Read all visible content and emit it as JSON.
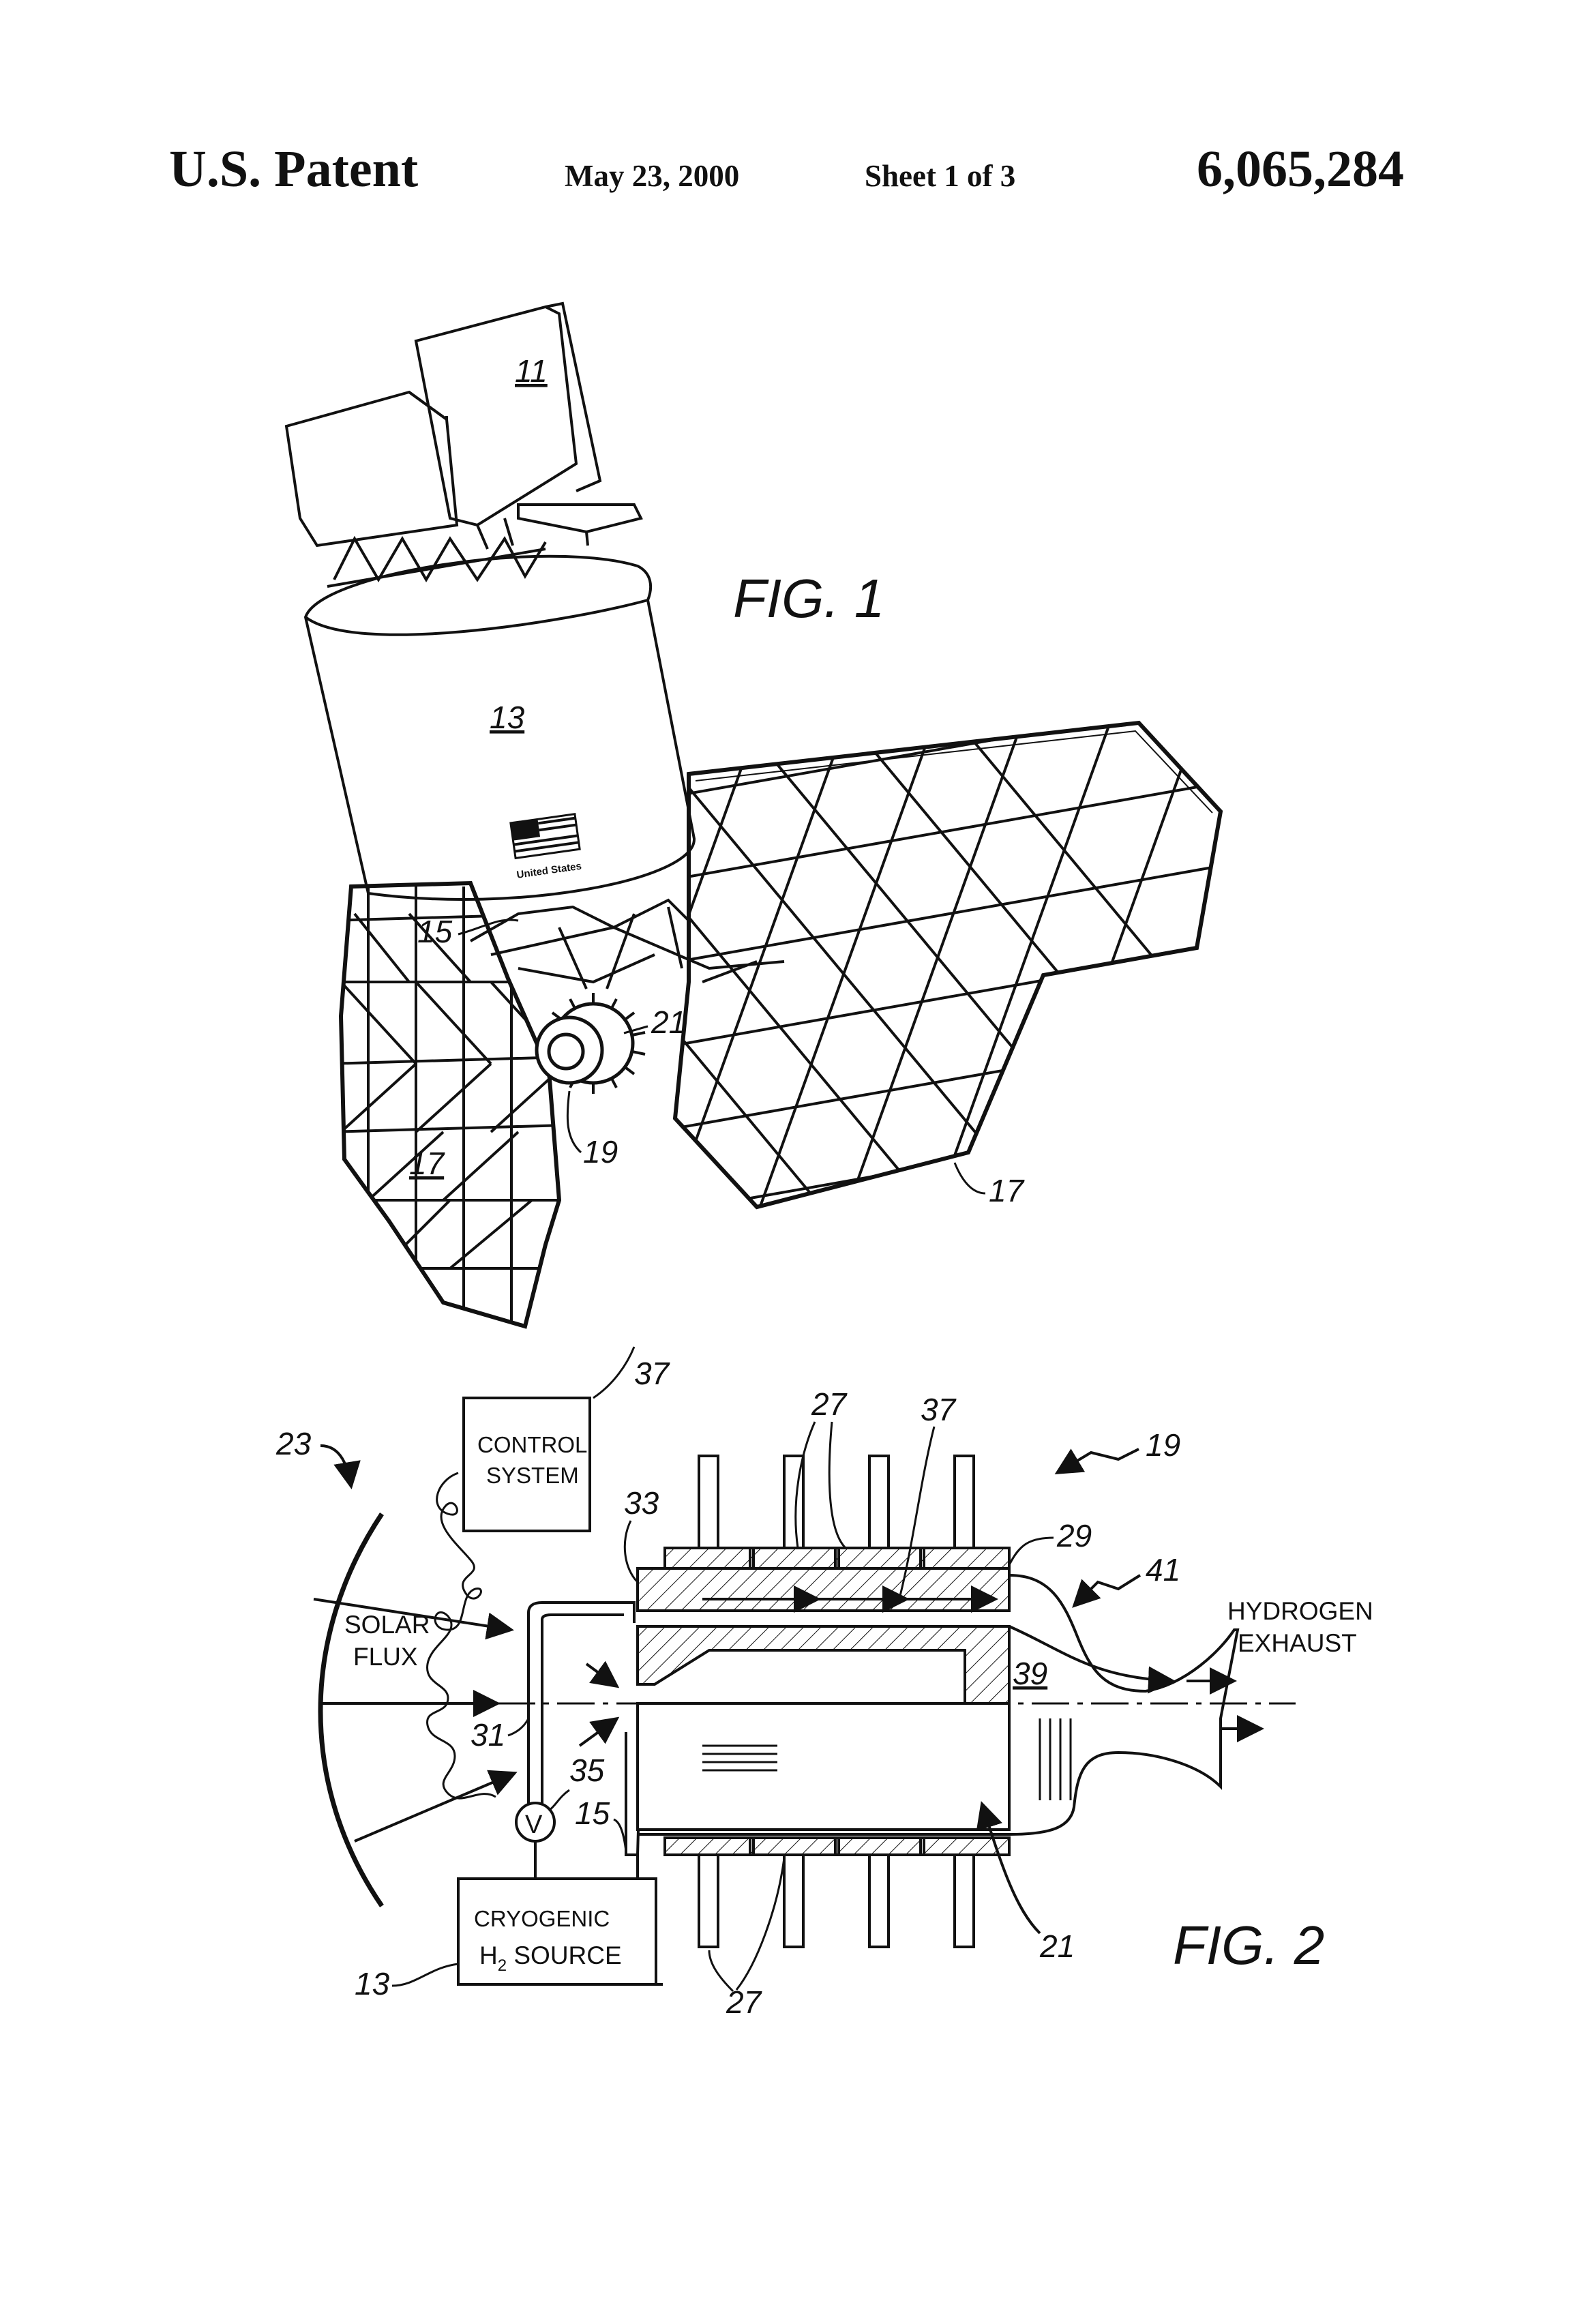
{
  "header": {
    "office": "U.S. Patent",
    "date": "May 23, 2000",
    "sheet": "Sheet 1 of 3",
    "patent_number": "6,065,284"
  },
  "fig1": {
    "caption": "FIG. 1",
    "flag_text": "United States",
    "labels": {
      "payload": "11",
      "tank": "13",
      "strut": "15",
      "collector_left": "17",
      "collector_right": "17",
      "thruster": "19",
      "receiver": "21"
    }
  },
  "fig2": {
    "caption": "FIG. 2",
    "control_system_line1": "CONTROL",
    "control_system_line2": "SYSTEM",
    "solar_flux_line1": "SOLAR",
    "solar_flux_line2": "FLUX",
    "hydrogen_exhaust_line1": "HYDROGEN",
    "hydrogen_exhaust_line2": "EXHAUST",
    "source_line1": "CRYOGENIC",
    "source_line2_main": "H",
    "source_line2_sub": "2",
    "source_line2_rest": " SOURCE",
    "valve": "V",
    "labels": {
      "concentrator": "23",
      "control_ref": "37",
      "fins_top": "27",
      "channel_ref": "37",
      "engine": "19",
      "line_33": "33",
      "housing": "29",
      "nozzle": "41",
      "chamber": "39",
      "line_31": "31",
      "valve_ref": "35",
      "support": "15",
      "source_ref": "13",
      "fins_bottom": "27",
      "receiver": "21"
    }
  }
}
